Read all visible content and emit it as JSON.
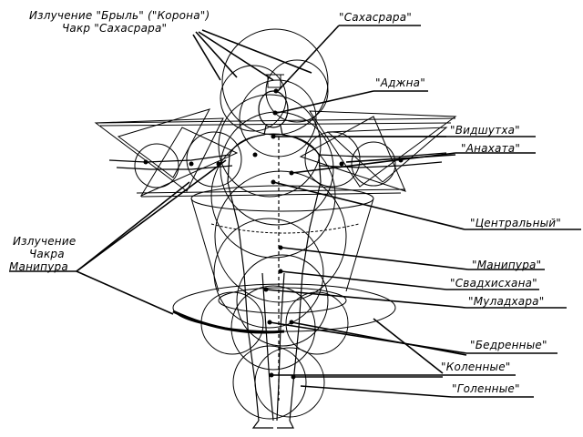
{
  "labels": {
    "crown_radiation_line1": "Излучение \"Брыль\" (\"Корона\")",
    "crown_radiation_line2": "Чакр  \"Сахасрара\"",
    "sahasrara": "\"Сахасрара\"",
    "ajna": "\"Аджна\"",
    "vishuddha": "\"Видшутха\"",
    "anahata": "\"Анахата\"",
    "central": "\"Центральный\"",
    "manipura": "\"Манипура\"",
    "svadhisthana": "\"Свадхисхана\"",
    "muladhara": "\"Муладхара\"",
    "femoral": "\"Бедренные\"",
    "knee": "\"Коленные\"",
    "shin": "\"Голенные\"",
    "manipura_radiation_line1": "Излучение",
    "manipura_radiation_line2": "Чакра",
    "manipura_radiation_line3": "Манипура"
  },
  "colors": {
    "ink": "#000000",
    "background": "#ffffff"
  }
}
